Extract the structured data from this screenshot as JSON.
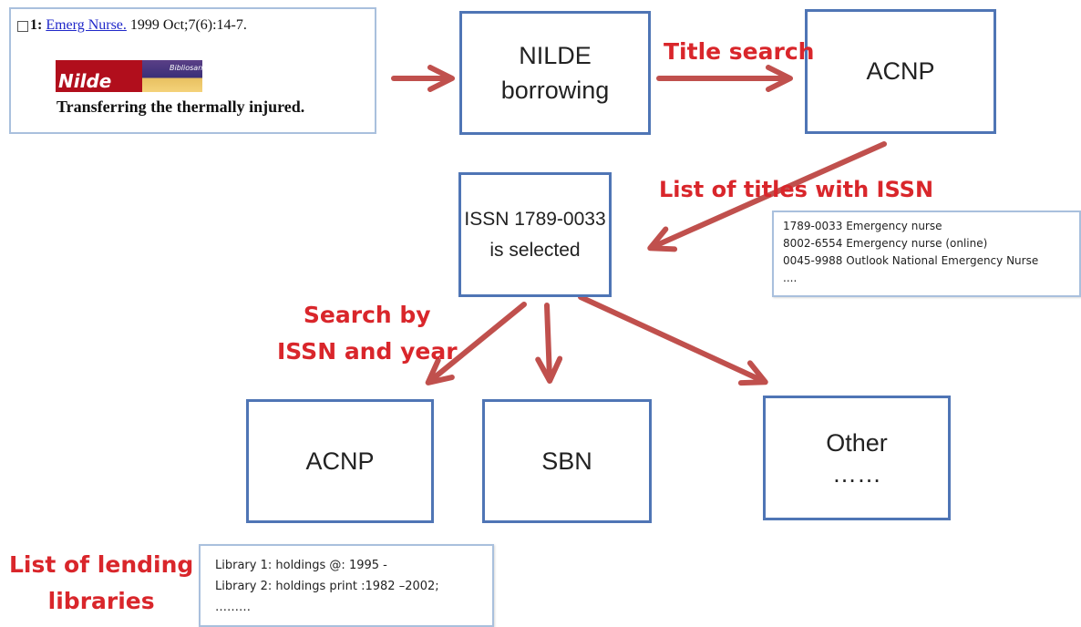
{
  "citation": {
    "index": "1:",
    "journal_link": "Emerg Nurse.",
    "details": "1999 Oct;7(6):14-7.",
    "logo_left": "Nilde",
    "logo_right": "Bibliosan",
    "article_title": "Transferring the thermally injured."
  },
  "nodes": {
    "nilde_borrowing": [
      "NILDE",
      "borrowing"
    ],
    "acnp_top": "ACNP",
    "issn_selected": [
      "ISSN 1789-0033",
      "is selected"
    ],
    "acnp_bottom": "ACNP",
    "sbn": "SBN",
    "other": [
      "Other",
      "……"
    ]
  },
  "edge_labels": {
    "title_search": "Title search",
    "list_titles_issn": "List of titles with ISSN",
    "search_by": [
      "Search by",
      "ISSN and year"
    ],
    "list_lending": [
      "List of lending",
      "libraries"
    ]
  },
  "titles_list": [
    "1789-0033  Emergency nurse",
    "8002-6554  Emergency nurse (online)",
    "0045-9988  Outlook National Emergency Nurse",
    "...."
  ],
  "libraries_list": [
    "Library 1: holdings @: 1995  -",
    "Library 2: holdings print :1982 –2002;",
    "………"
  ],
  "colors": {
    "box_border": "#4f75b5",
    "arrow": "#c0504d",
    "label_red": "#d9262b",
    "panel_border": "#a9c0dd"
  }
}
